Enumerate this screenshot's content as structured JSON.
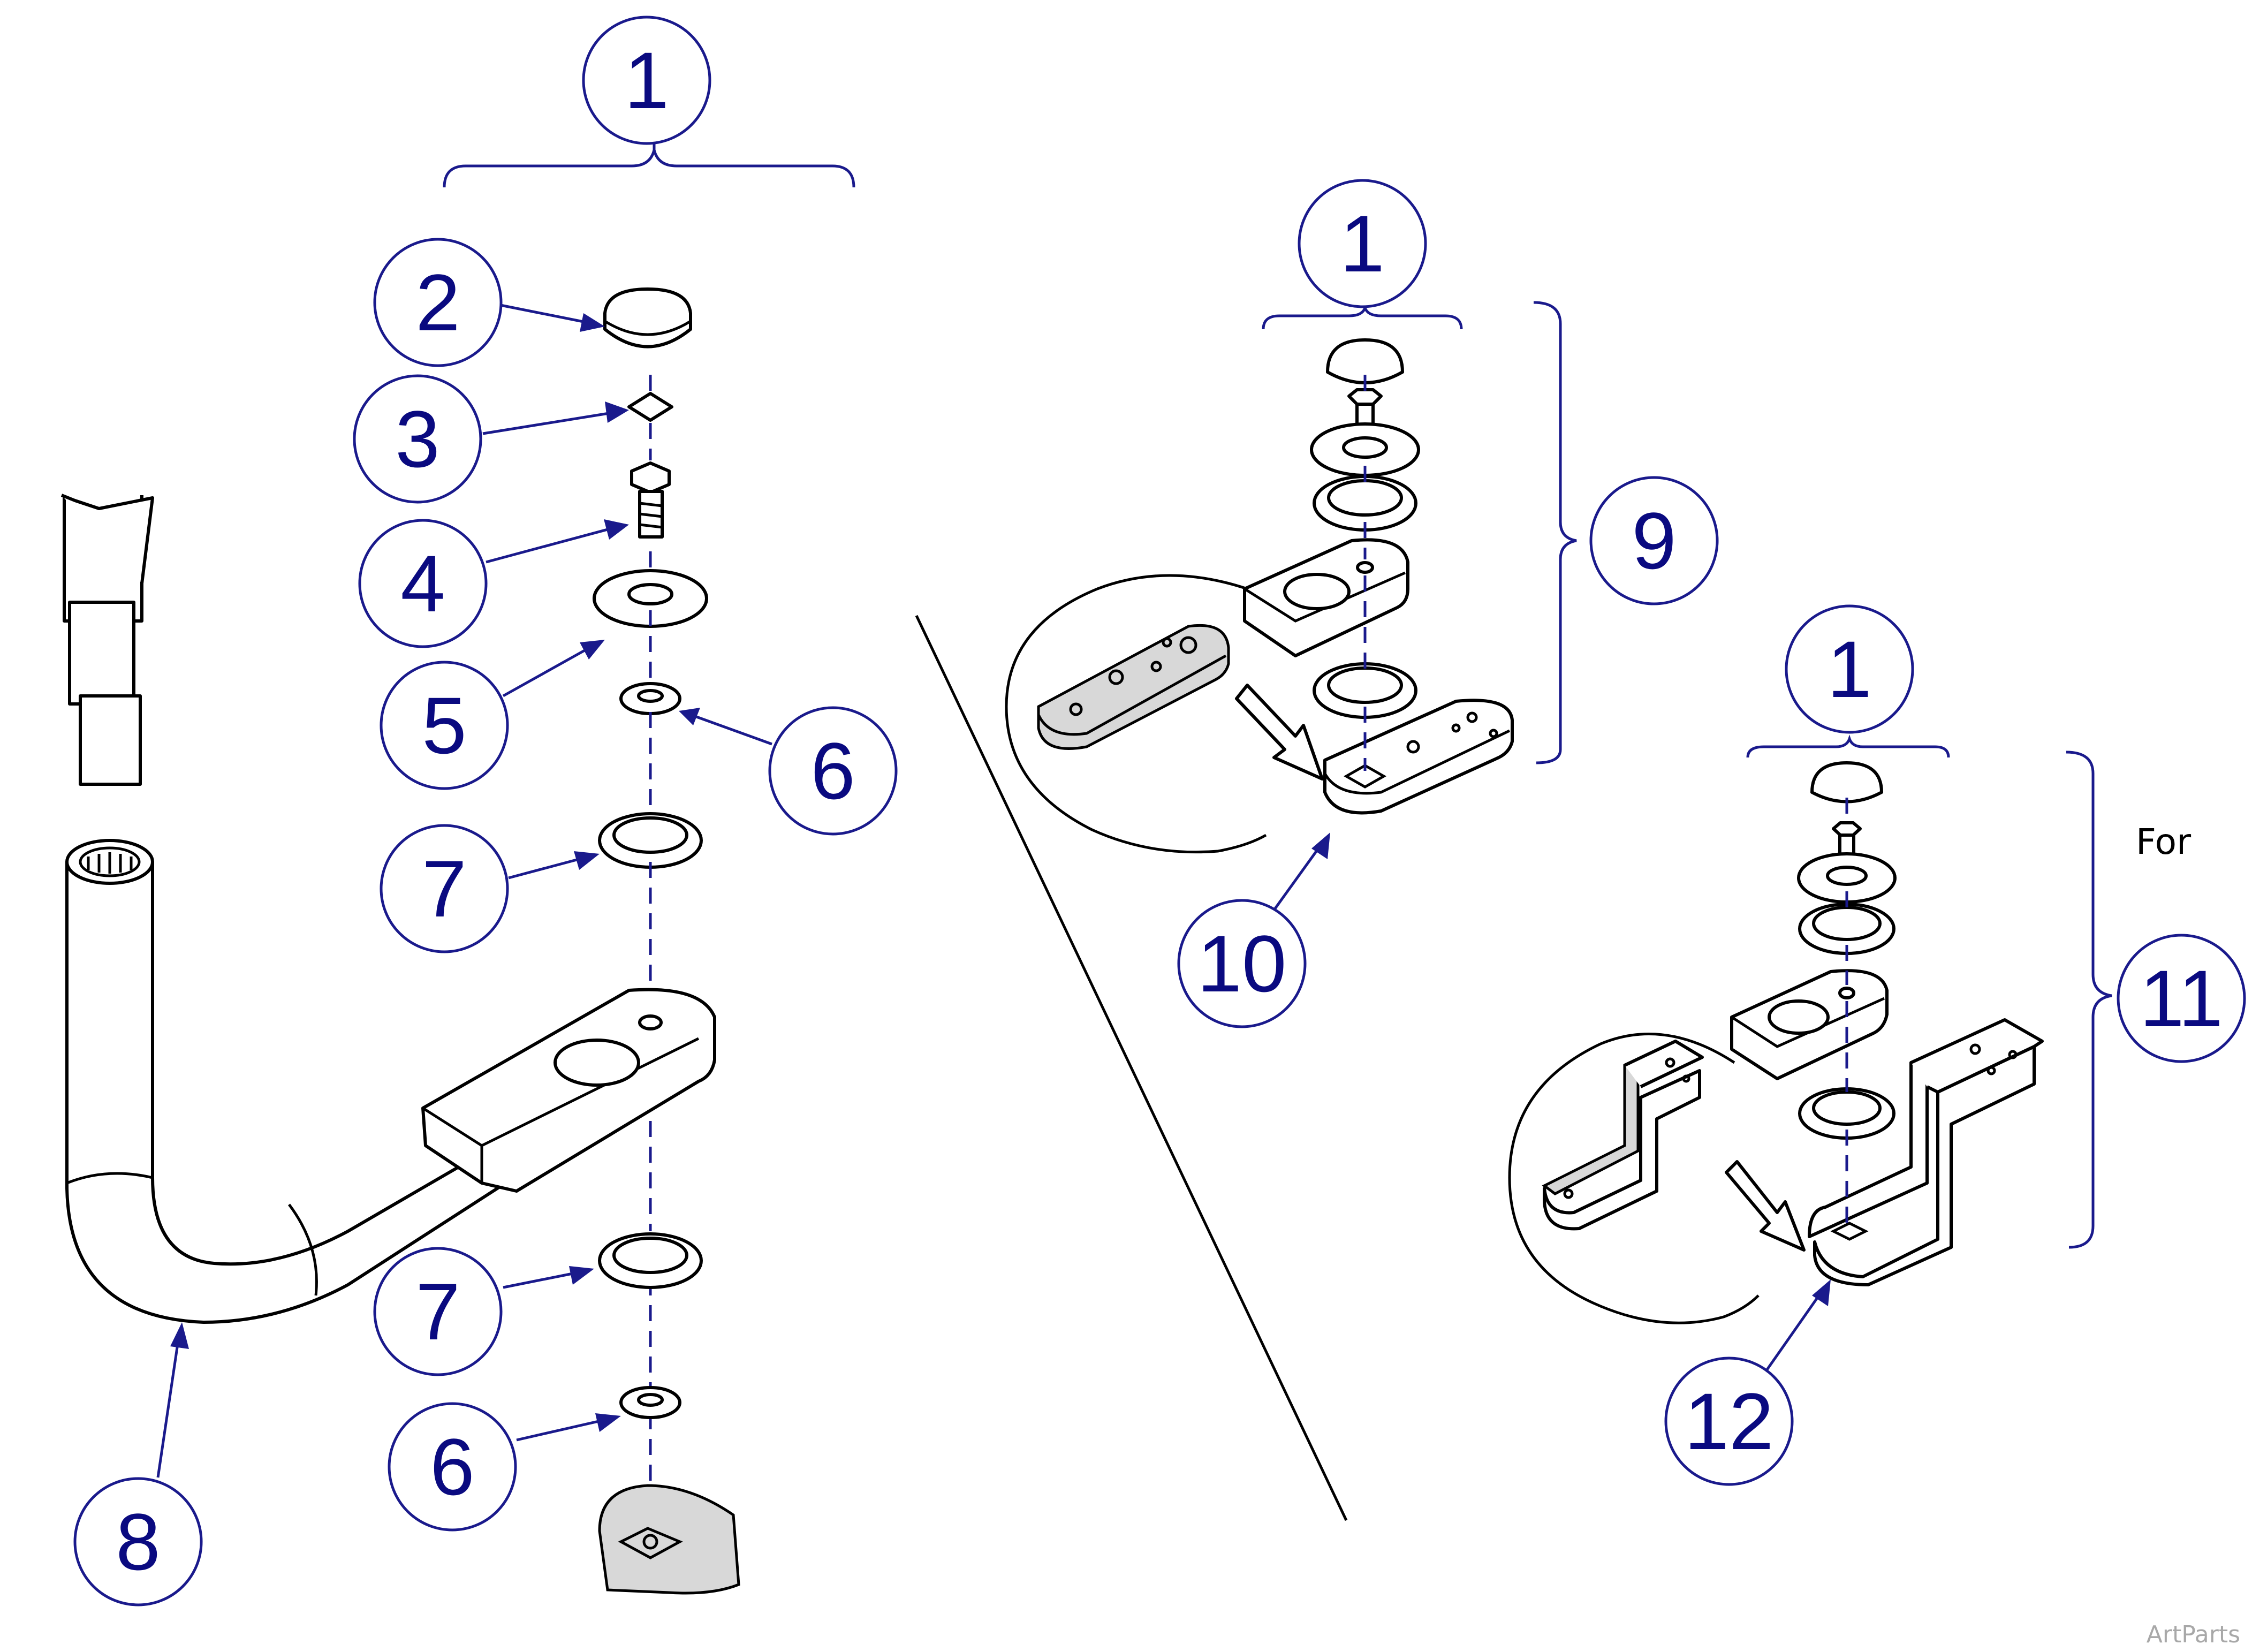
{
  "callouts": {
    "c1_main": "1",
    "c2": "2",
    "c3": "3",
    "c4": "4",
    "c5": "5",
    "c6_upper": "6",
    "c7_upper": "7",
    "c7_lower": "7",
    "c6_lower": "6",
    "c8": "8",
    "c1_mid": "1",
    "c9": "9",
    "c10": "10",
    "c1_right": "1",
    "c11": "11",
    "c12": "12"
  },
  "labels": {
    "for_label": "For"
  },
  "watermark": "ArtParts",
  "colors": {
    "callout": "#1a1a8c",
    "line": "#000000",
    "shade": "#d8d8d8"
  }
}
